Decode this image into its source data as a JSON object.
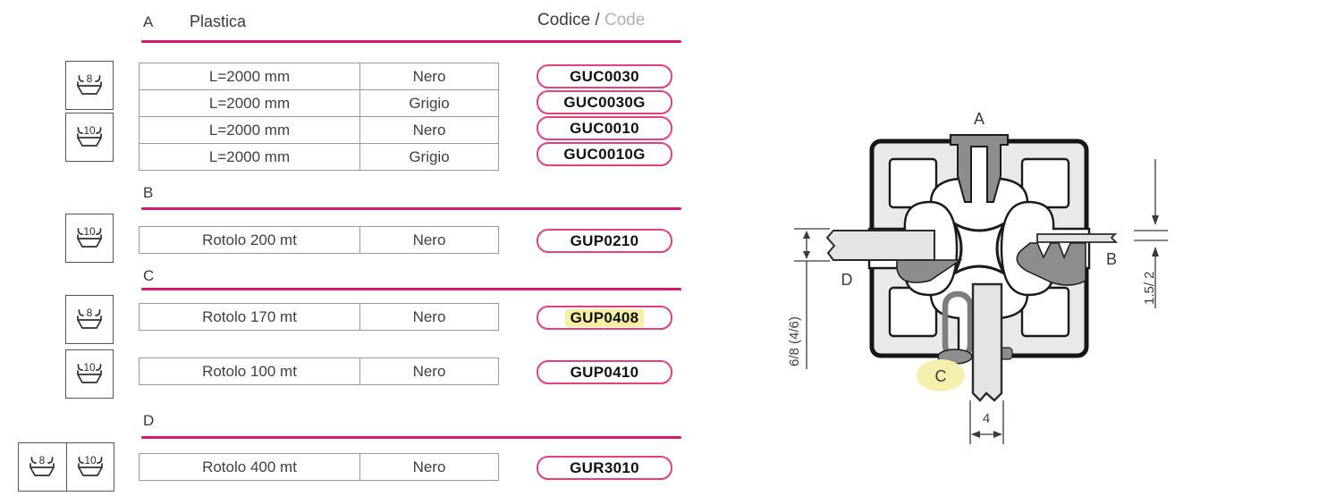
{
  "colors": {
    "accent_magenta": "#d5176e",
    "pill_border": "#e2407f",
    "highlight_yellow": "#f6efa4",
    "table_border": "#9a9a9a",
    "text_dark": "#3f3f46",
    "text_gray": "#b3b3b6",
    "gasket_gray": "#8d8d8d",
    "profile_fill": "#e9e9e9"
  },
  "header": {
    "section_label": "A",
    "title": "Plastica",
    "code_label": "Codice / ",
    "code_label_alt": "Code"
  },
  "sections": {
    "a": {
      "icons": [
        {
          "size": "8"
        },
        {
          "size": "10"
        }
      ],
      "rows": [
        {
          "col1": "L=2000 mm",
          "col2": "Nero",
          "code": "GUC0030"
        },
        {
          "col1": "L=2000 mm",
          "col2": "Grigio",
          "code": "GUC0030G"
        },
        {
          "col1": "L=2000 mm",
          "col2": "Nero",
          "code": "GUC0010"
        },
        {
          "col1": "L=2000 mm",
          "col2": "Grigio",
          "code": "GUC0010G"
        }
      ]
    },
    "b": {
      "label": "B",
      "icons": [
        {
          "size": "10"
        }
      ],
      "rows": [
        {
          "col1": "Rotolo 200 mt",
          "col2": "Nero",
          "code": "GUP0210"
        }
      ]
    },
    "c": {
      "label": "C",
      "icons": [
        {
          "size": "8"
        },
        {
          "size": "10"
        }
      ],
      "rows": [
        {
          "col1": "Rotolo 170 mt",
          "col2": "Nero",
          "code": "GUP0408"
        },
        {
          "col1": "Rotolo 100 mt",
          "col2": "Nero",
          "code": "GUP0410"
        }
      ]
    },
    "d": {
      "label": "D",
      "icons": [
        {
          "size": "8"
        },
        {
          "size": "10"
        }
      ],
      "rows": [
        {
          "col1": "Rotolo 400 mt",
          "col2": "Nero",
          "code": "GUR3010"
        }
      ]
    }
  },
  "diagram": {
    "label_a": "A",
    "label_b": "B",
    "label_c": "C",
    "label_d": "D",
    "dim_left": "6/8 (4/6)",
    "dim_right": "1.5/ 2",
    "dim_bottom": "4"
  }
}
